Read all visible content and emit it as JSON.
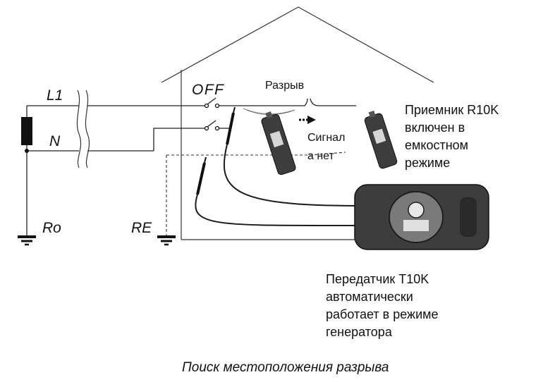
{
  "labels": {
    "phase": "L1",
    "neutral": "N",
    "ro": "Ro",
    "re": "RE",
    "switch_state": "OFF",
    "break": "Разрыв",
    "signal_line1": "Сигнал",
    "signal_line2": "а нет",
    "receiver": [
      "Приемник R10K",
      "включен в",
      "емкостном",
      "режиме"
    ],
    "transmitter": [
      "Передатчик T10K",
      "автоматически",
      "работает в режиме",
      "генератора"
    ],
    "caption": "Поиск местоположения разрыва"
  },
  "icons": {
    "resistor": "resistor-icon",
    "ground": "ground-icon",
    "switch": "switch-icon",
    "probe": "probe-icon",
    "receiver": "receiver-device-icon",
    "transmitter": "transmitter-device-icon",
    "arrow": "signal-arrow-icon"
  },
  "colors": {
    "line": "#222222",
    "device_body": "#3d3d3d",
    "device_dark": "#1e1e1e"
  }
}
